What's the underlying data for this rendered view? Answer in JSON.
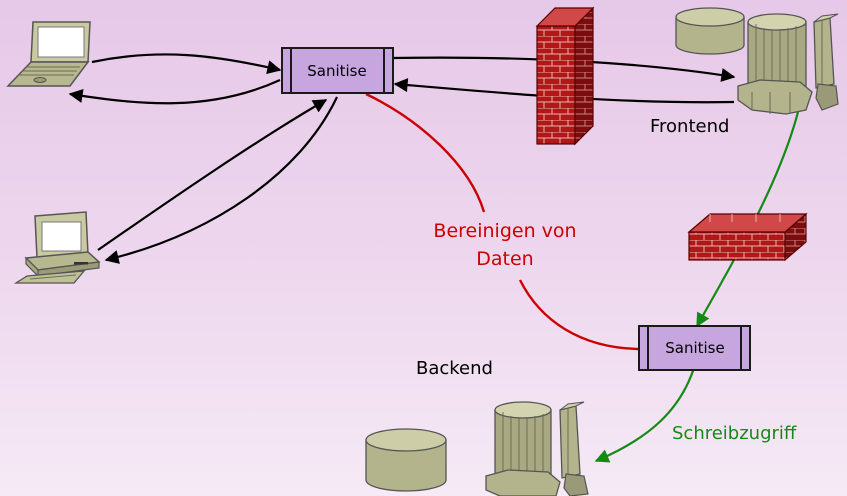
{
  "labels": {
    "sanitise_top": "Sanitise",
    "sanitise_bottom": "Sanitise",
    "frontend": "Frontend",
    "backend": "Backend",
    "annotation_line1": "Bereinigen von",
    "annotation_line2": "Daten",
    "write_access": "Schreibzugriff"
  },
  "colors": {
    "sanitise_fill": "#c7a5de",
    "annotation": "#cc0000",
    "write_access": "#138a13",
    "firewall": "#b01818",
    "server": "#b3b38c",
    "arrows": "#000000"
  },
  "icons": {
    "laptop": "laptop-icon",
    "desktop": "desktop-computer-icon",
    "firewall": "brick-firewall-icon",
    "server": "server-tower-icon",
    "database": "database-cylinder-icon"
  }
}
